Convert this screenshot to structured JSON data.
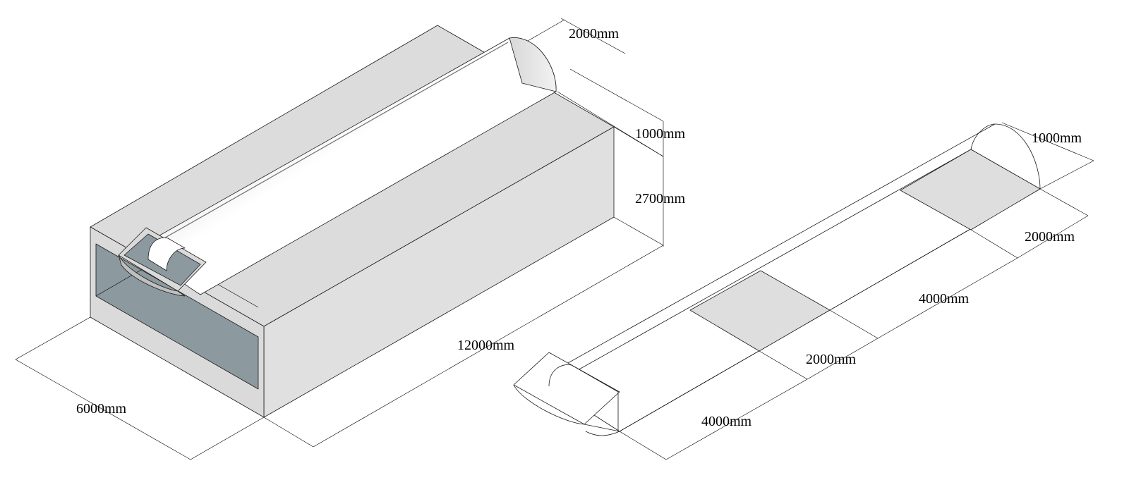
{
  "colors": {
    "box_top": "#dcdcdc",
    "box_side": "#dedede",
    "opening": "#8c999e",
    "vault_light": "#ffffff",
    "vault_shade": "#9a9a9a",
    "zone_fill": "#dedede",
    "line": "#1a1a1a"
  },
  "left_model": {
    "dimensions": {
      "vault_width": "2000mm",
      "vault_height": "1000mm",
      "box_height": "2700mm",
      "box_length": "12000mm",
      "box_width": "6000mm"
    }
  },
  "right_model": {
    "dimensions": {
      "vault_height": "1000mm",
      "vault_width": "2000mm",
      "segment_far": "4000mm",
      "zone_mid": "2000mm",
      "segment_near": "4000mm"
    }
  }
}
